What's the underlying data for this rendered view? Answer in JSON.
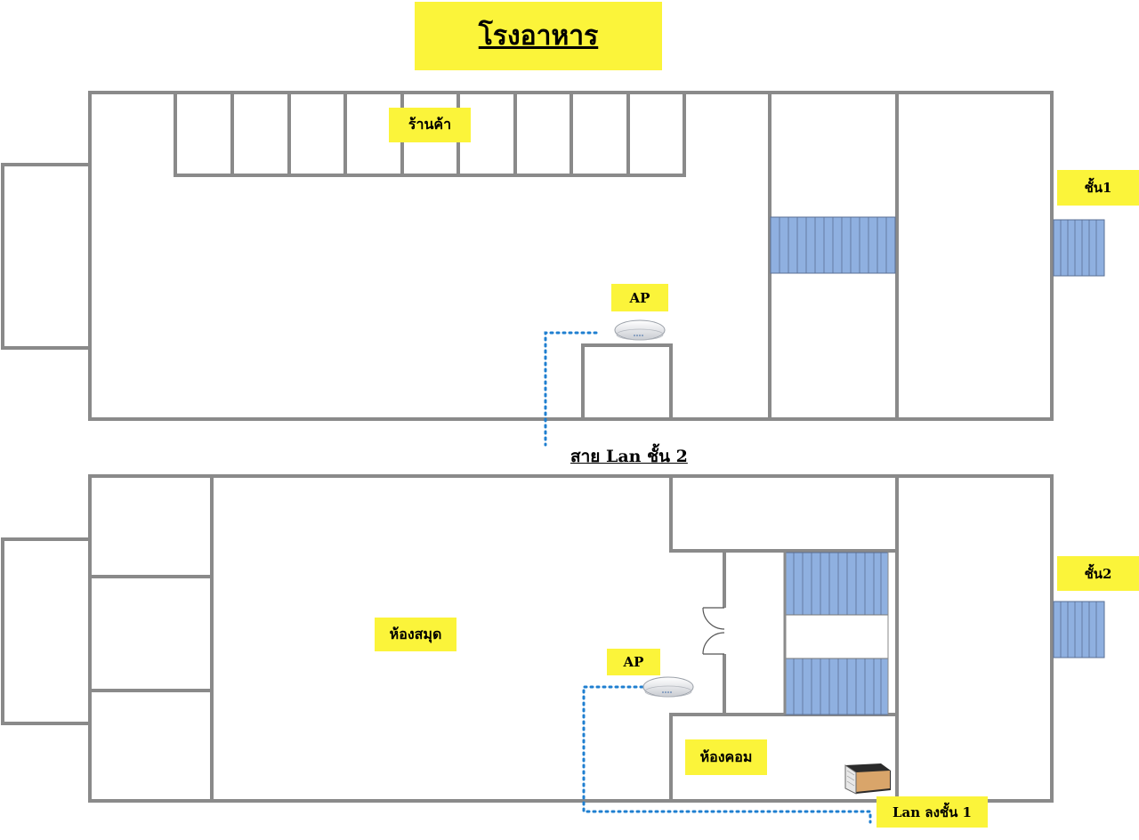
{
  "title": "โรงอาหาร",
  "floor_upper": {
    "shops_label": "ร้านค้า",
    "ap_label": "AP",
    "stair_label": "ชั้น1"
  },
  "cable_floor2_label": "สาย Lan ชั้น 2",
  "floor_lower": {
    "library_label": "ห้องสมุด",
    "ap_label": "AP",
    "computer_room_label": "ห้องคอม",
    "stair_label": "ชั้น2",
    "cable_down_label": "Lan ลงชั้น 1"
  },
  "colors": {
    "label_bg": "#fbf43a",
    "wall": "#8a8a8a",
    "stairs": "#8fb0e0",
    "cable": "#1f7fd0"
  },
  "icons": [
    "wireless-access-point-icon",
    "network-rack-icon"
  ]
}
